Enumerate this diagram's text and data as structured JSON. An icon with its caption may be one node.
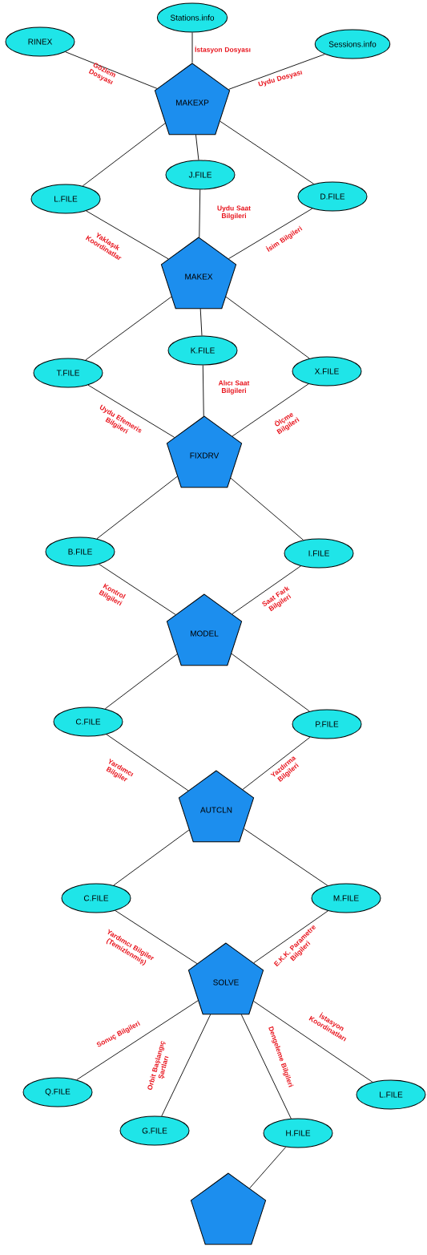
{
  "diagram": {
    "nodes": [
      {
        "text": [
          "Stations.info"
        ]
      },
      {
        "text": [
          "RINEX"
        ]
      },
      {
        "text": [
          "Sessions.info"
        ]
      },
      {
        "text": [
          "MAKEXP"
        ]
      },
      {
        "text": [
          "L.FILE"
        ]
      },
      {
        "text": [
          "J.FILE"
        ]
      },
      {
        "text": [
          "D.FILE"
        ]
      },
      {
        "text": [
          "MAKEX"
        ]
      },
      {
        "text": [
          "T.FILE"
        ]
      },
      {
        "text": [
          "K.FILE"
        ]
      },
      {
        "text": [
          "X.FILE"
        ]
      },
      {
        "text": [
          "FIXDRV"
        ]
      },
      {
        "text": [
          "B.FILE"
        ]
      },
      {
        "text": [
          "I.FILE"
        ]
      },
      {
        "text": [
          "MODEL"
        ]
      },
      {
        "text": [
          "C.FILE"
        ]
      },
      {
        "text": [
          "P.FILE"
        ]
      },
      {
        "text": [
          "AUTCLN"
        ]
      },
      {
        "text": [
          "C.FILE"
        ]
      },
      {
        "text": [
          "M.FILE"
        ]
      },
      {
        "text": [
          "SOLVE"
        ]
      },
      {
        "text": [
          "Q.FILE"
        ]
      },
      {
        "text": [
          "G.FILE"
        ]
      },
      {
        "text": [
          "H.FILE"
        ]
      },
      {
        "text": [
          "L.FILE"
        ]
      },
      {
        "text": [],
        "shape": "pentagon"
      }
    ],
    "edges": [
      {
        "from": 1,
        "to": 3,
        "arrow": "none",
        "label": "Gözlem Dosyası"
      },
      {
        "from": 0,
        "to": 3,
        "arrow": "none",
        "label": "İstasyon Dosyası"
      },
      {
        "from": 2,
        "to": 3,
        "arrow": "none",
        "label": "Uydu Dosyası"
      },
      {
        "from": 3,
        "to": 4,
        "arrow": "none"
      },
      {
        "from": 3,
        "to": 5,
        "arrow": "none"
      },
      {
        "from": 3,
        "to": 6,
        "arrow": "none"
      },
      {
        "from": 4,
        "to": 7,
        "arrow": "none",
        "label": "Yaklaşık Koordinatlar"
      },
      {
        "from": 5,
        "to": 7,
        "arrow": "none",
        "label": "Uydu Saat Bilgileri"
      },
      {
        "from": 6,
        "to": 7,
        "arrow": "none",
        "label": "İsim Bilgileri"
      },
      {
        "from": 7,
        "to": 8,
        "arrow": "none"
      },
      {
        "from": 7,
        "to": 9,
        "arrow": "none"
      },
      {
        "from": 7,
        "to": 10,
        "arrow": "none"
      },
      {
        "from": 8,
        "to": 11,
        "arrow": "none",
        "label": "Uydu Efemeris Bilgileri"
      },
      {
        "from": 9,
        "to": 11,
        "arrow": "none",
        "label": "Alıcı Saat Bilgileri"
      },
      {
        "from": 10,
        "to": 11,
        "arrow": "none",
        "label": "Ölçme Bilgileri"
      },
      {
        "from": 11,
        "to": 12,
        "arrow": "none"
      },
      {
        "from": 11,
        "to": 13,
        "arrow": "none"
      },
      {
        "from": 12,
        "to": 14,
        "arrow": "none",
        "label": "Kontrol Bilgileri"
      },
      {
        "from": 13,
        "to": 14,
        "arrow": "none",
        "label": "Saat Fark Bilgileri"
      },
      {
        "from": 14,
        "to": 15,
        "arrow": "none"
      },
      {
        "from": 14,
        "to": 16,
        "arrow": "none"
      },
      {
        "from": 15,
        "to": 17,
        "arrow": "none",
        "label": "Yardımcı Bilgiler"
      },
      {
        "from": 16,
        "to": 17,
        "arrow": "none",
        "label": "Yazdırma Bilgileri"
      },
      {
        "from": 17,
        "to": 18,
        "arrow": "none"
      },
      {
        "from": 17,
        "to": 19,
        "arrow": "none"
      },
      {
        "from": 18,
        "to": 20,
        "arrow": "none",
        "label": "Yardımcı Bilgiler (Temizlenmiş)"
      },
      {
        "from": 19,
        "to": 20,
        "arrow": "none",
        "label": "E.K.K. Parametre Bilgileri"
      },
      {
        "from": 20,
        "to": 21,
        "arrow": "none",
        "label": "Sonuç Bilgileri"
      },
      {
        "from": 20,
        "to": 22,
        "arrow": "none",
        "label": "Orbit Başlangıç Şartları"
      },
      {
        "from": 20,
        "to": 23,
        "arrow": "none",
        "label": "Dengeleme Bilgileri"
      },
      {
        "from": 20,
        "to": 24,
        "arrow": "none",
        "label": "İstasyon Koordinatları"
      },
      {
        "from": 23,
        "to": 25,
        "arrow": "none"
      }
    ]
  }
}
